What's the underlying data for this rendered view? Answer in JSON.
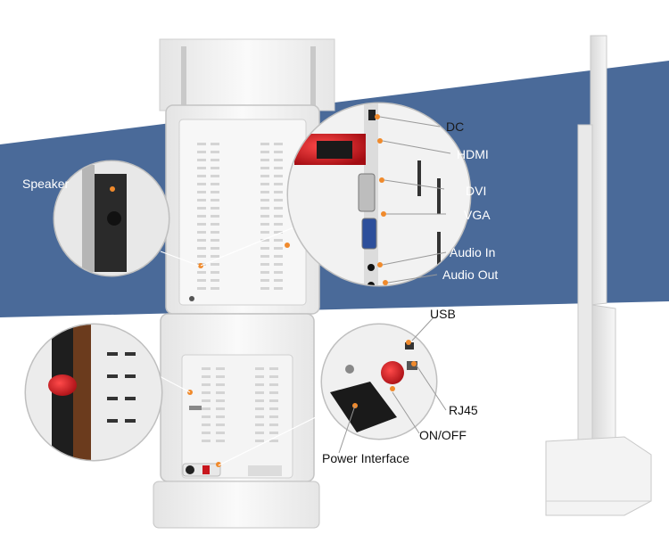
{
  "colors": {
    "band": "#4a6a99",
    "panel": "#f2f2f2",
    "panel_edge": "#c9c9c9",
    "accent": "#f08a2c",
    "connector_red": "#c8161d"
  },
  "labels": {
    "dc": "DC",
    "hdmi": "HDMI",
    "dvi": "DVI",
    "vga": "VGA",
    "audio_in": "Audio In",
    "audio_out": "Audio Out",
    "speaker": "Speaker",
    "usb": "USB",
    "rj45": "RJ45",
    "on_off": "ON/OFF",
    "power_interface": "Power Interface"
  }
}
